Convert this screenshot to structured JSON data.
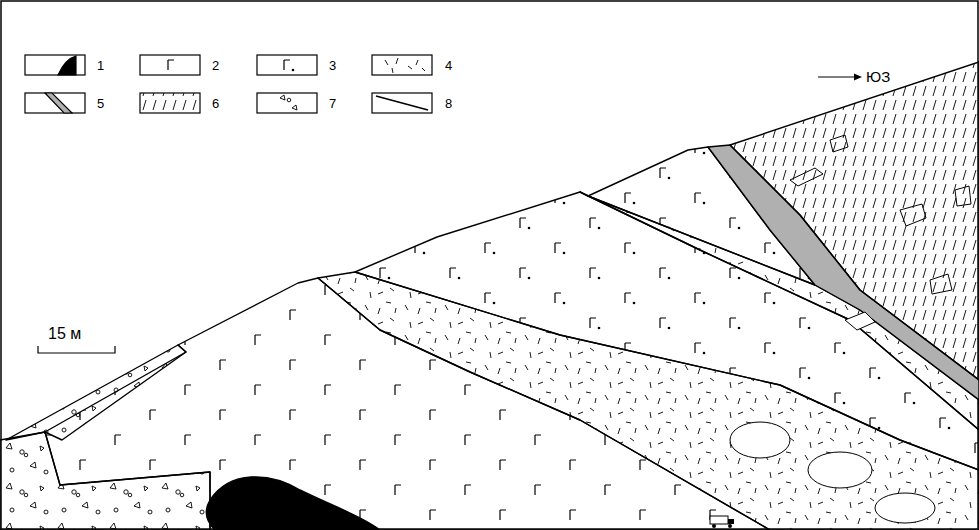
{
  "diagram": {
    "labels": [
      "ЮЗ",
      "15 м"
    ],
    "legend": [
      {
        "text": "1"
      },
      {
        "text": "2"
      },
      {
        "text": "3"
      },
      {
        "text": "4"
      },
      {
        "text": "5"
      },
      {
        "text": "6"
      },
      {
        "text": "7"
      },
      {
        "text": "8"
      }
    ]
  }
}
